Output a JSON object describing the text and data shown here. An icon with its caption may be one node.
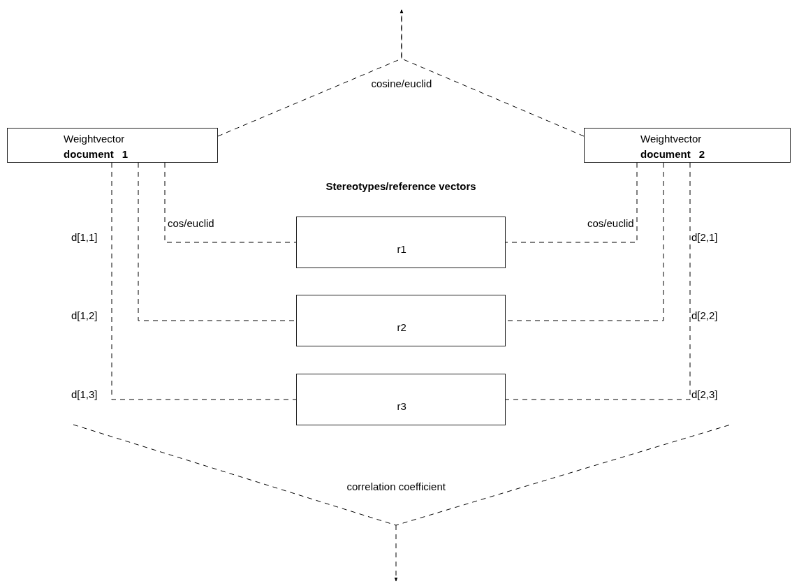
{
  "diagram": {
    "nodes": [
      {
        "text": [
          "Weightvector",
          "document 1"
        ]
      },
      {
        "text": [
          "Weightvector",
          "document 2"
        ]
      },
      {
        "text": [
          "r1"
        ]
      },
      {
        "text": [
          "r2"
        ]
      },
      {
        "text": [
          "r3"
        ]
      }
    ],
    "edges": [
      {
        "from": 0,
        "to": null,
        "arrow": "to",
        "style": "dashed",
        "label": "cosine/euclid"
      },
      {
        "from": 1,
        "to": null,
        "arrow": "to",
        "style": "dashed"
      },
      {
        "from": 0,
        "to": 2,
        "arrow": "none",
        "style": "dashed"
      },
      {
        "from": 0,
        "to": 3,
        "arrow": "none",
        "style": "dashed"
      },
      {
        "from": 0,
        "to": 4,
        "arrow": "none",
        "style": "dashed"
      },
      {
        "from": 1,
        "to": 2,
        "arrow": "none",
        "style": "dashed"
      },
      {
        "from": 1,
        "to": 3,
        "arrow": "none",
        "style": "dashed"
      },
      {
        "from": 1,
        "to": 4,
        "arrow": "none",
        "style": "dashed"
      }
    ],
    "labels": [
      "Stereotypes/reference vectors",
      "cos/euclid",
      "cos/euclid",
      "d[1,1]",
      "d[2,1]",
      "d[1,2]",
      "d[2,2]",
      "d[1,3]",
      "d[2,3]",
      "correlation coefficient"
    ]
  }
}
